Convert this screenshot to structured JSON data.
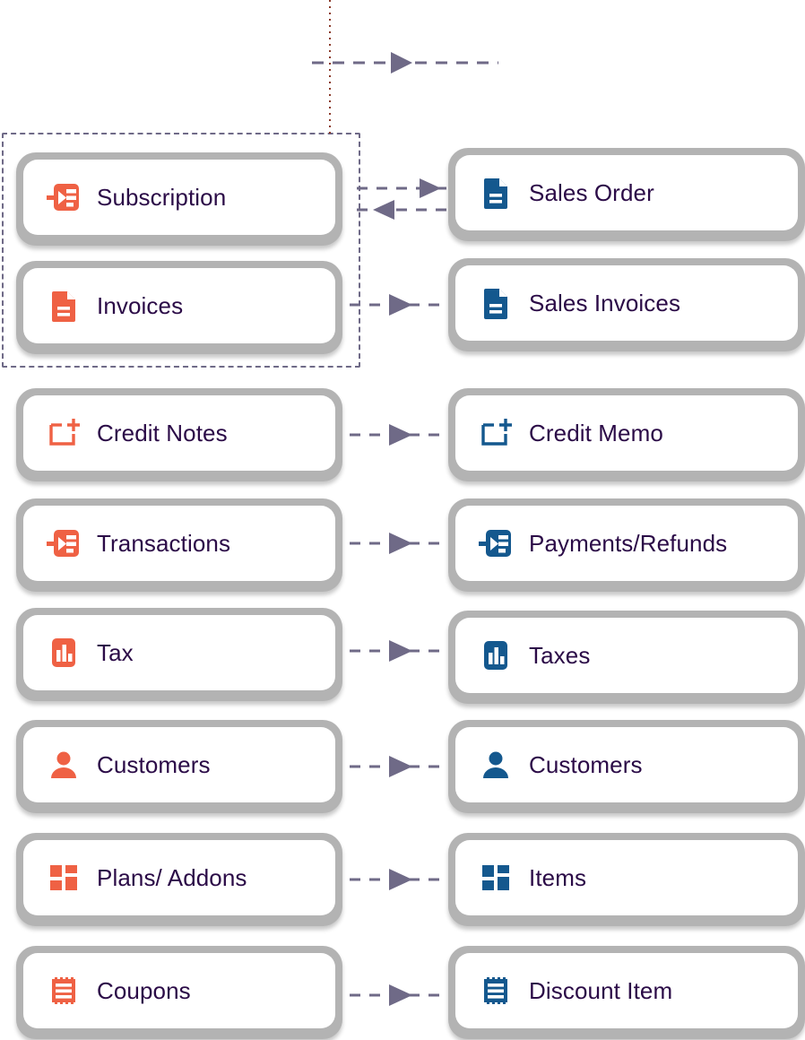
{
  "diagram": {
    "type": "mapping-flow",
    "title": "",
    "left_column_header": "",
    "right_column_header": "",
    "colors": {
      "source_icon": "#ef6144",
      "target_icon": "#14588e",
      "label_text": "#2b0b47",
      "card_border": "#b3b3b3",
      "card_fill": "#ffffff",
      "connector": "#6f6a87",
      "group_outline": "#6f6a87",
      "vertical_guide": "#8a3a2a"
    },
    "rows": [
      {
        "source": {
          "label": "Subscription",
          "icon": "subscription-icon"
        },
        "target": {
          "label": "Sales Order",
          "icon": "document-icon"
        },
        "arrow": "bidirectional"
      },
      {
        "source": {
          "label": "Invoices",
          "icon": "document-icon"
        },
        "target": {
          "label": "Sales Invoices",
          "icon": "document-icon"
        },
        "arrow": "right"
      },
      {
        "source": {
          "label": "Credit Notes",
          "icon": "credit-note-icon"
        },
        "target": {
          "label": "Credit Memo",
          "icon": "credit-note-icon"
        },
        "arrow": "right"
      },
      {
        "source": {
          "label": "Transactions",
          "icon": "subscription-icon"
        },
        "target": {
          "label": "Payments/Refunds",
          "icon": "subscription-icon"
        },
        "arrow": "right"
      },
      {
        "source": {
          "label": "Tax",
          "icon": "bar-chart-icon"
        },
        "target": {
          "label": "Taxes",
          "icon": "bar-chart-icon"
        },
        "arrow": "right"
      },
      {
        "source": {
          "label": "Customers",
          "icon": "person-icon"
        },
        "target": {
          "label": "Customers",
          "icon": "person-icon"
        },
        "arrow": "right"
      },
      {
        "source": {
          "label": "Plans/ Addons",
          "icon": "grid-blocks-icon"
        },
        "target": {
          "label": "Items",
          "icon": "grid-blocks-icon"
        },
        "arrow": "right"
      },
      {
        "source": {
          "label": "Coupons",
          "icon": "ticket-icon"
        },
        "target": {
          "label": "Discount Item",
          "icon": "ticket-icon"
        },
        "arrow": "right"
      }
    ]
  }
}
